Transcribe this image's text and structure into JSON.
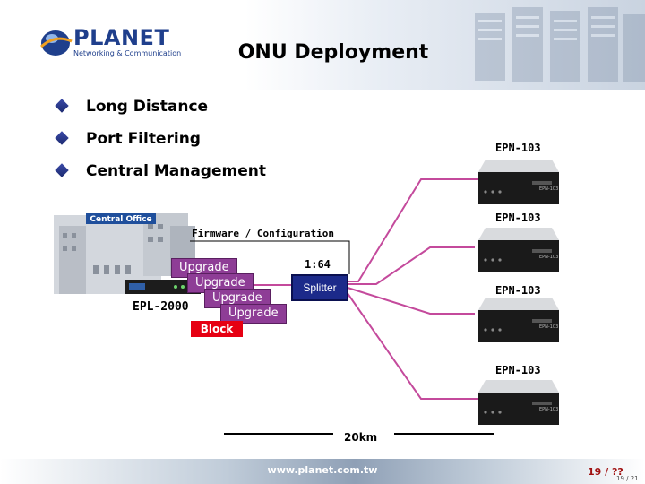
{
  "slide": {
    "title": "ONU Deployment",
    "logo_word": "PLANET",
    "logo_tagline": "Networking & Communication",
    "bullets": [
      "Long Distance",
      "Port Filtering",
      "Central Management"
    ],
    "footer_url": "www.planet.com.tw",
    "page_number": "19 / ??",
    "page_number_small": "19 / 21"
  },
  "diagram": {
    "central_office_label": "Central Office",
    "olt_label": "EPL-2000",
    "fw_label": "Firmware / Configuration",
    "upgrade_labels": [
      "Upgrade",
      "Upgrade",
      "Upgrade",
      "Upgrade"
    ],
    "block_label": "Block",
    "splitter_label": "Splitter",
    "split_ratio": "1:64",
    "onu_labels": [
      "EPN-103",
      "EPN-103",
      "EPN-103",
      "EPN-103"
    ],
    "onu_badge": "EPN-103",
    "distance_label": "20km",
    "colors": {
      "link": "#c44a9c",
      "splitter": "#1c2a8a",
      "upgrade": "#8e3d96",
      "block": "#e60012",
      "accent": "#1f3f8c"
    }
  }
}
